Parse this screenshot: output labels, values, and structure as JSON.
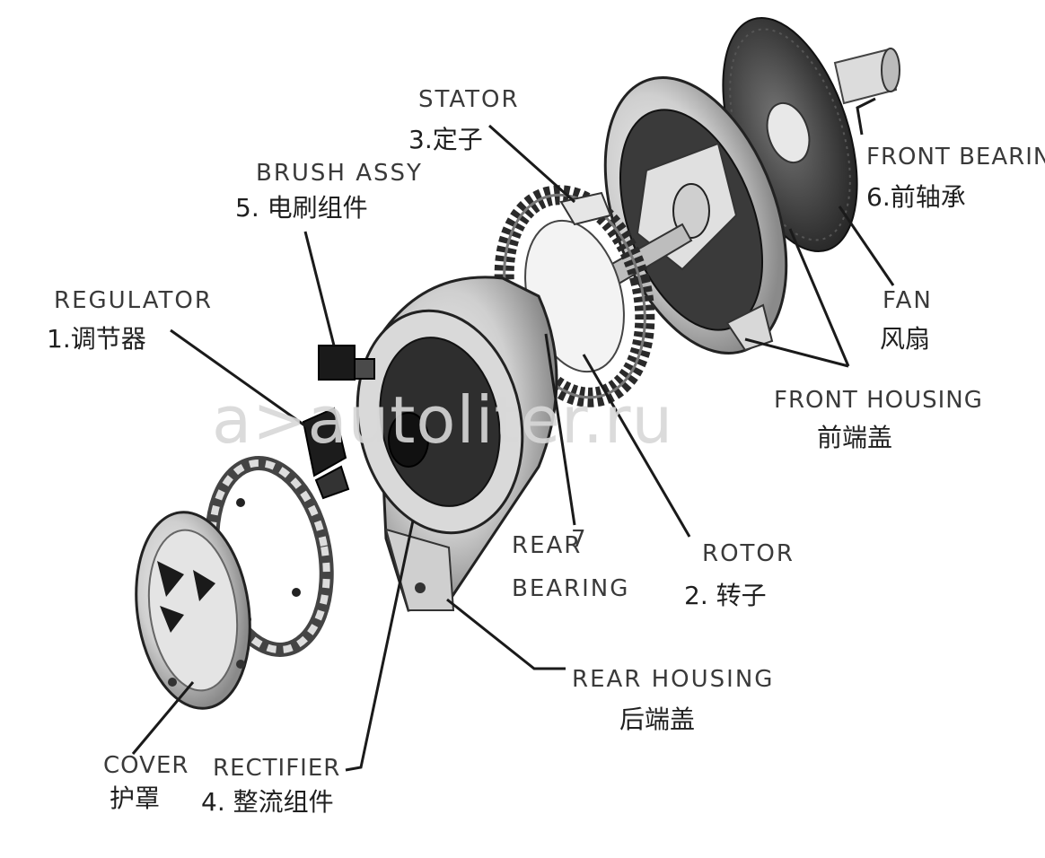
{
  "watermark": "a>autoliter.ru",
  "labels": {
    "stator_en": "STATOR",
    "stator_cn": "3.定子",
    "brush_en": "BRUSH ASSY",
    "brush_cn": "5. 电刷组件",
    "regulator_en": "REGULATOR",
    "regulator_cn": "1.调节器",
    "front_bearing_en": "FRONT BEARING",
    "front_bearing_cn": "6.前轴承",
    "fan_en": "FAN",
    "fan_cn": "风扇",
    "front_housing_en": "FRONT HOUSING",
    "front_housing_cn": "前端盖",
    "rear_bearing_en": "REAR",
    "rear_bearing_num": "7",
    "rear_bearing_en2": "BEARING",
    "rotor_en": "ROTOR",
    "rotor_cn": "2. 转子",
    "rear_housing_en": "REAR HOUSING",
    "rear_housing_cn": "后端盖",
    "cover_en": "COVER",
    "cover_cn": "护罩",
    "rectifier_en": "RECTIFIER",
    "rectifier_cn": "4. 整流组件"
  }
}
